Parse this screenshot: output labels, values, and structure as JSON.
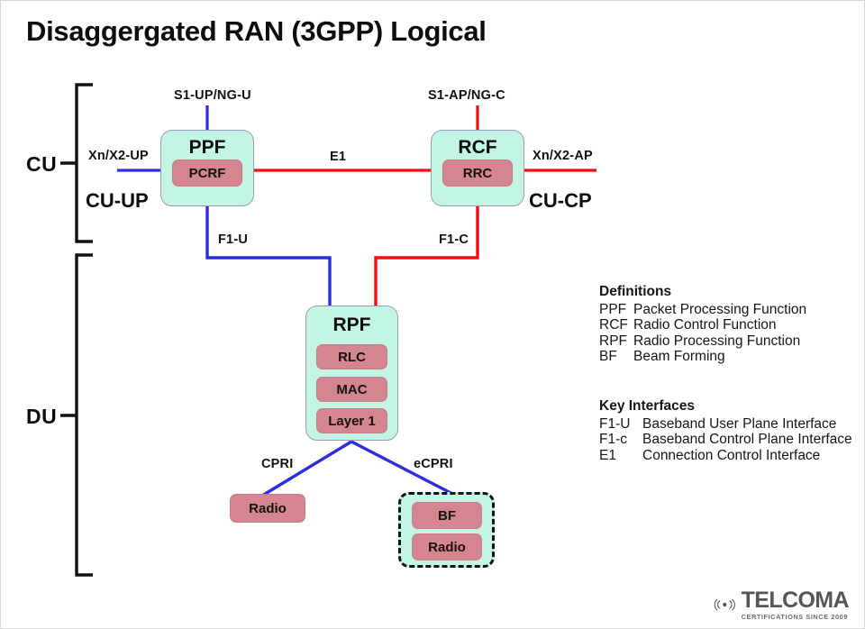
{
  "page": {
    "title": "Disaggergated RAN (3GPP) Logical"
  },
  "sections": {
    "cu": {
      "label": "CU"
    },
    "du": {
      "label": "DU"
    }
  },
  "planes": {
    "cu_up": "CU-UP",
    "cu_cp": "CU-CP"
  },
  "nodes": {
    "ppf": {
      "title": "PPF",
      "blocks": [
        {
          "label": "PCRF"
        }
      ]
    },
    "rcf": {
      "title": "RCF",
      "blocks": [
        {
          "label": "RRC"
        }
      ]
    },
    "rpf": {
      "title": "RPF",
      "blocks": [
        {
          "label": "RLC"
        },
        {
          "label": "MAC"
        },
        {
          "label": "Layer 1"
        }
      ]
    },
    "radio_cpri": {
      "label": "Radio"
    },
    "ru_ecpri": {
      "blocks": [
        {
          "label": "BF"
        },
        {
          "label": "Radio"
        }
      ]
    }
  },
  "links": [
    {
      "name": "s1-up-ng-u",
      "label": "S1-UP/NG-U",
      "color": "#2d2de0"
    },
    {
      "name": "s1-ap-ng-c",
      "label": "S1-AP/NG-C",
      "color": "#f50d0d"
    },
    {
      "name": "xn-x2-up",
      "label": "Xn/X2-UP",
      "color": "#2d2de0"
    },
    {
      "name": "xn-x2-ap",
      "label": "Xn/X2-AP",
      "color": "#f50d0d"
    },
    {
      "name": "e1",
      "label": "E1",
      "color": "#f50d0d"
    },
    {
      "name": "f1-u",
      "label": "F1-U",
      "color": "#2d2de0"
    },
    {
      "name": "f1-c",
      "label": "F1-C",
      "color": "#f50d0d"
    },
    {
      "name": "cpri",
      "label": "CPRI",
      "color": "#2d2de0"
    },
    {
      "name": "ecpri",
      "label": "eCPRI",
      "color": "#2d2de0"
    }
  ],
  "legend": {
    "definitions": {
      "heading": "Definitions",
      "rows": [
        {
          "key": "PPF",
          "value": "Packet Processing Function"
        },
        {
          "key": "RCF",
          "value": "Radio Control Function"
        },
        {
          "key": "RPF",
          "value": "Radio Processing Function"
        },
        {
          "key": "BF",
          "value": "Beam Forming"
        }
      ]
    },
    "key_interfaces": {
      "heading": "Key Interfaces",
      "rows": [
        {
          "key": "F1-U",
          "value": "Baseband User Plane Interface"
        },
        {
          "key": "F1-c",
          "value": "Baseband Control Plane Interface"
        },
        {
          "key": "E1",
          "value": "Connection Control Interface"
        }
      ]
    }
  },
  "logo": {
    "name": "TELCOMA",
    "tagline": "CERTIFICATIONS SINCE 2009",
    "icon": "signal-wave-icon"
  },
  "colors": {
    "box_fill": "#c2f5e4",
    "box_border": "#9a9ab4",
    "sub_fill": "#d4858f",
    "user_plane": "#2d2de0",
    "control_plane": "#f50d0d",
    "text": "#111111"
  }
}
